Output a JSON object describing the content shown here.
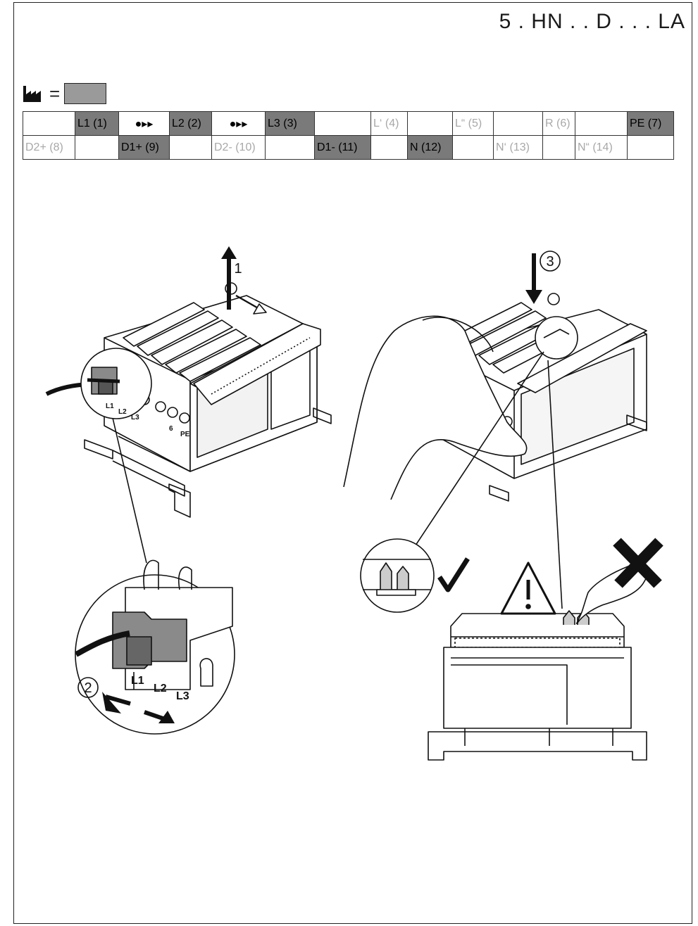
{
  "header": {
    "model_code": "5 . HN . . D . . . LA"
  },
  "legend": {
    "equals": "=",
    "swatch_color": "#9a9a9a",
    "icon": "factory-icon"
  },
  "pin_table": {
    "rows": [
      [
        {
          "text": "",
          "state": "plain"
        },
        {
          "text": "L1 (1)",
          "state": "active"
        },
        {
          "text": "●▸▸",
          "state": "arrow"
        },
        {
          "text": "L2 (2)",
          "state": "active"
        },
        {
          "text": "●▸▸",
          "state": "arrow"
        },
        {
          "text": "L3 (3)",
          "state": "active"
        },
        {
          "text": "",
          "state": "plain"
        },
        {
          "text": "L‘ (4)",
          "state": "muted"
        },
        {
          "text": "",
          "state": "plain"
        },
        {
          "text": "L“ (5)",
          "state": "muted"
        },
        {
          "text": "",
          "state": "plain"
        },
        {
          "text": "R (6)",
          "state": "muted"
        },
        {
          "text": "",
          "state": "plain"
        },
        {
          "text": "PE (7)",
          "state": "active"
        }
      ],
      [
        {
          "text": "D2+ (8)",
          "state": "muted"
        },
        {
          "text": "",
          "state": "plain"
        },
        {
          "text": "D1+ (9)",
          "state": "active"
        },
        {
          "text": "",
          "state": "plain"
        },
        {
          "text": "D2- (10)",
          "state": "muted"
        },
        {
          "text": "",
          "state": "plain"
        },
        {
          "text": "D1- (11)",
          "state": "active"
        },
        {
          "text": "",
          "state": "plain"
        },
        {
          "text": "N (12)",
          "state": "active"
        },
        {
          "text": "",
          "state": "plain"
        },
        {
          "text": "N‘ (13)",
          "state": "muted"
        },
        {
          "text": "",
          "state": "plain"
        },
        {
          "text": "N“ (14)",
          "state": "muted"
        },
        {
          "text": "",
          "state": "plain"
        }
      ]
    ]
  },
  "illustration": {
    "steps": [
      "1",
      "2",
      "3"
    ],
    "callout_labels": [
      "L1",
      "L2",
      "L3"
    ],
    "device_labels": [
      "L1",
      "L2",
      "L3",
      "6",
      "PE"
    ],
    "ok_mark": "✓",
    "wrong_mark": "✗",
    "warning_mark": "!"
  }
}
